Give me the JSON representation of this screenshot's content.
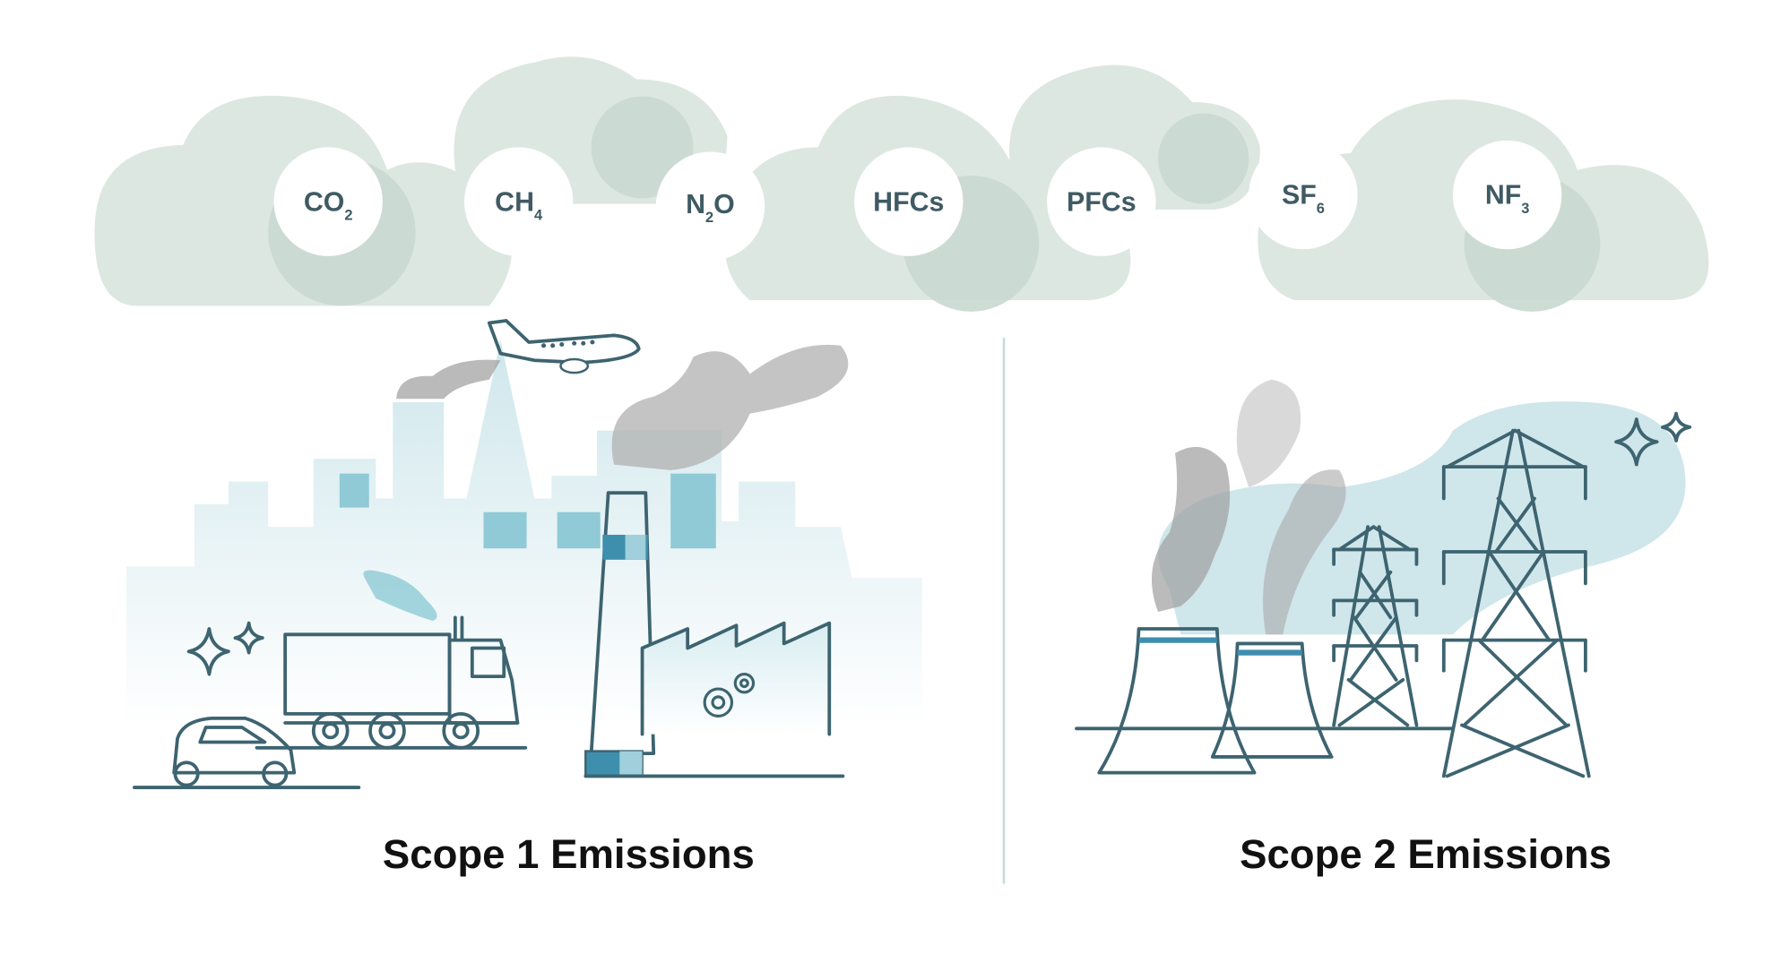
{
  "gases": [
    {
      "base": "CO",
      "sub": "2"
    },
    {
      "base": "CH",
      "sub": "4"
    },
    {
      "base": "N",
      "sub": "2",
      "tail": "O"
    },
    {
      "base": "HFCs",
      "sub": ""
    },
    {
      "base": "PFCs",
      "sub": ""
    },
    {
      "base": "SF",
      "sub": "6"
    },
    {
      "base": "NF",
      "sub": "3"
    }
  ],
  "scope1": {
    "title": "Scope 1 Emissions"
  },
  "scope2": {
    "title": "Scope 2 Emissions"
  },
  "colors": {
    "cloud": "#d5e0da",
    "cloud_dark": "#c3d3cb",
    "teal_light": "#cfe8ec",
    "line": "#3d6470",
    "accent": "#3e8fae",
    "smoke": "#b8b8b8"
  }
}
